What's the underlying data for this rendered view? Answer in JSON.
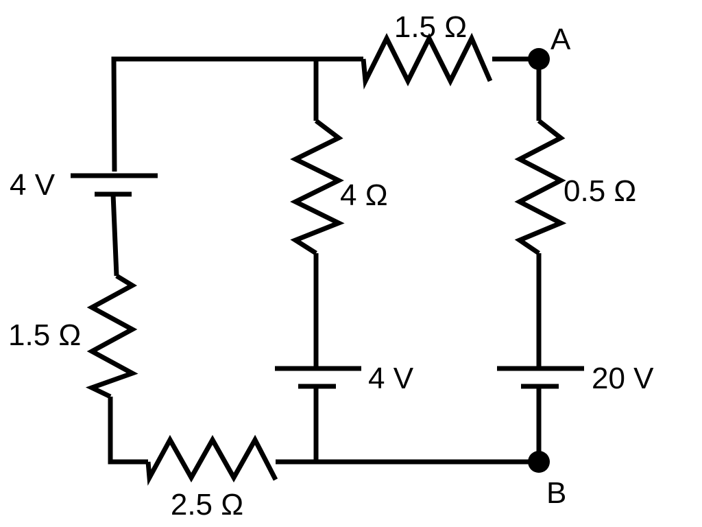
{
  "diagram": {
    "type": "circuit",
    "components": {
      "top_resistor": "1.5 Ω",
      "left_battery": "4 V",
      "left_resistor": "1.5 Ω",
      "bottom_resistor": "2.5 Ω",
      "middle_resistor": "4 Ω",
      "middle_battery": "4 V",
      "right_resistor": "0.5 Ω",
      "right_battery": "20 V"
    },
    "nodes": {
      "a": "A",
      "b": "B"
    }
  }
}
